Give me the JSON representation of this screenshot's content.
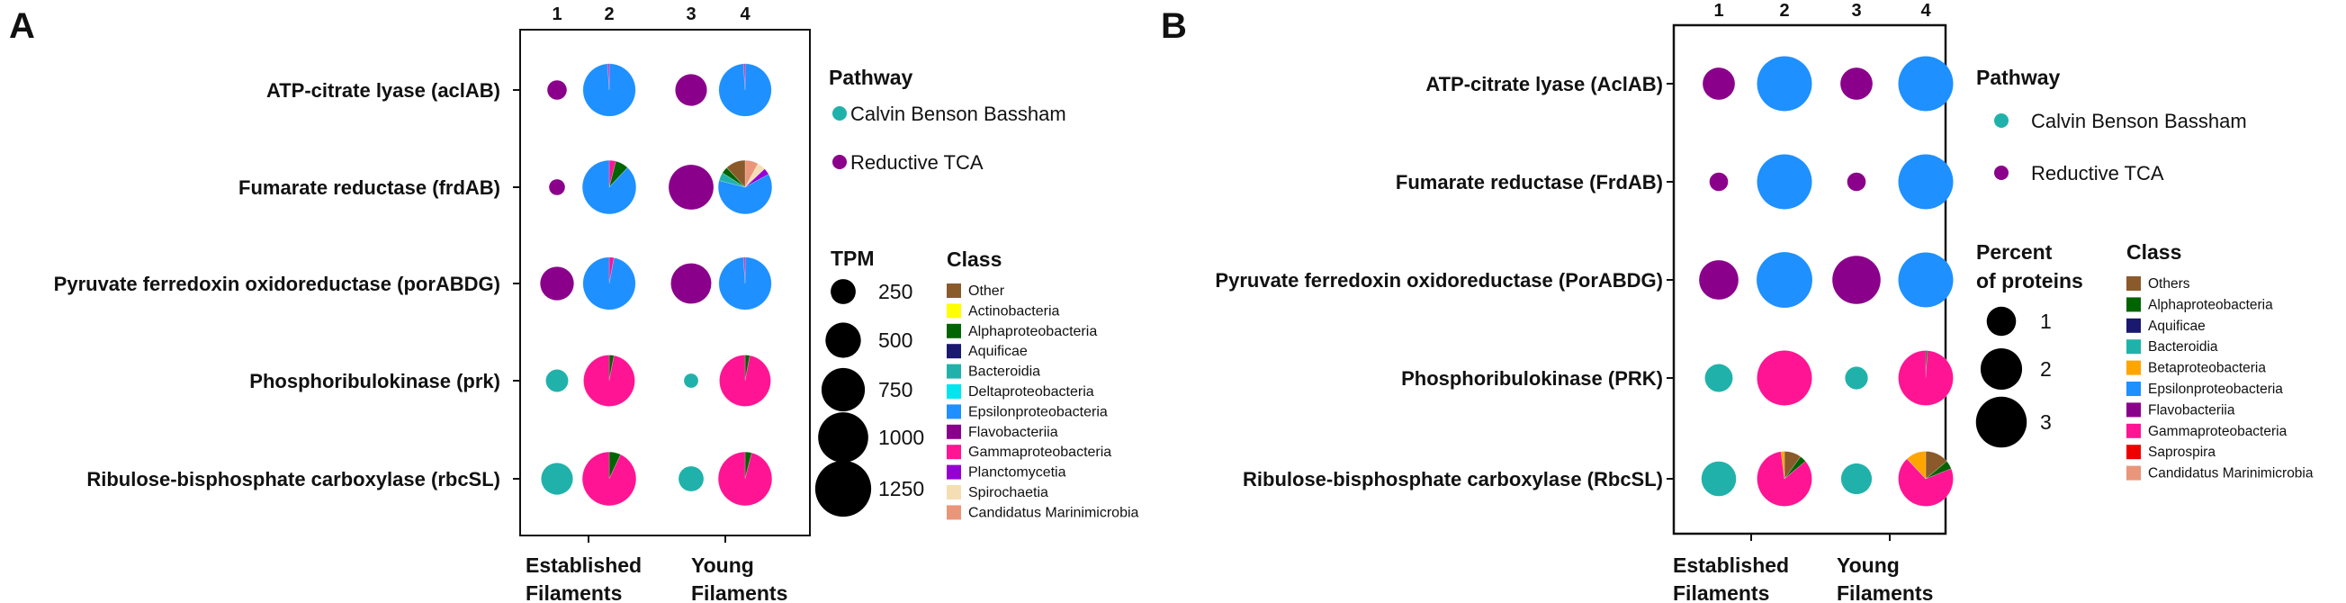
{
  "colors": {
    "Other": "#8b5a2b",
    "Others": "#8b5a2b",
    "Actinobacteria": "#ffff00",
    "Alphaproteobacteria": "#006400",
    "Aquificae": "#191970",
    "Bacteroidia": "#20b2aa",
    "Betaproteobacteria": "#ffa500",
    "Deltaproteobacteria": "#00e5ee",
    "Epsilonproteobacteria": "#1e90ff",
    "Flavobacteriia": "#8b008b",
    "Gammaproteobacteria": "#ff1493",
    "Planctomycetia": "#9400d3",
    "Spirochaetia": "#f5deb3",
    "Saprospira": "#ee0000",
    "Candidatus Marinimicrobia": "#e9967a",
    "Calvin Benson Bassham": "#20b2aa",
    "Reductive TCA": "#8b008b"
  },
  "chart_data": [
    {
      "type": "scatter",
      "panel": "A",
      "categories": [
        "ATP-citrate lyase (aclAB)",
        "Fumarate reductase (frdAB)",
        "Pyruvate ferredoxin oxidoreductase (porABDG)",
        "Phosphoribulokinase (prk)",
        "Ribulose-bisphosphate carboxylase (rbcSL)"
      ],
      "columns": [
        "1",
        "2",
        "3",
        "4"
      ],
      "groups": [
        "Established Filaments",
        "Young Filaments"
      ],
      "pathway_legend": {
        "title": "Pathway",
        "items": [
          "Calvin Benson Bassham",
          "Reductive TCA"
        ]
      },
      "size_legend": {
        "title": "TPM",
        "values": [
          250,
          500,
          750,
          1000,
          1250
        ]
      },
      "class_legend": {
        "title": "Class",
        "items": [
          "Other",
          "Actinobacteria",
          "Alphaproteobacteria",
          "Aquificae",
          "Bacteroidia",
          "Deltaproteobacteria",
          "Epsilonproteobacteria",
          "Flavobacteriia",
          "Gammaproteobacteria",
          "Planctomycetia",
          "Spirochaetia",
          "Candidatus Marinimicrobia"
        ]
      },
      "points": [
        {
          "row": 0,
          "col": 0,
          "kind": "pathway",
          "pathway": "Reductive TCA",
          "size": 150
        },
        {
          "row": 0,
          "col": 1,
          "kind": "class",
          "size": 1100,
          "slices": [
            [
              "Epsilonproteobacteria",
              0.99
            ],
            [
              "Gammaproteobacteria",
              0.01
            ]
          ]
        },
        {
          "row": 0,
          "col": 2,
          "kind": "pathway",
          "pathway": "Reductive TCA",
          "size": 400
        },
        {
          "row": 0,
          "col": 3,
          "kind": "class",
          "size": 1100,
          "slices": [
            [
              "Epsilonproteobacteria",
              0.99
            ],
            [
              "Gammaproteobacteria",
              0.01
            ]
          ]
        },
        {
          "row": 1,
          "col": 0,
          "kind": "pathway",
          "pathway": "Reductive TCA",
          "size": 100
        },
        {
          "row": 1,
          "col": 1,
          "kind": "class",
          "size": 1150,
          "slices": [
            [
              "Gammaproteobacteria",
              0.04
            ],
            [
              "Alphaproteobacteria",
              0.08
            ],
            [
              "Epsilonproteobacteria",
              0.88
            ]
          ]
        },
        {
          "row": 1,
          "col": 2,
          "kind": "pathway",
          "pathway": "Reductive TCA",
          "size": 800
        },
        {
          "row": 1,
          "col": 3,
          "kind": "class",
          "size": 1150,
          "slices": [
            [
              "Candidatus Marinimicrobia",
              0.08
            ],
            [
              "Spirochaetia",
              0.05
            ],
            [
              "Planctomycetia",
              0.04
            ],
            [
              "Epsilonproteobacteria",
              0.62
            ],
            [
              "Bacteroidia",
              0.05
            ],
            [
              "Alphaproteobacteria",
              0.04
            ],
            [
              "Other",
              0.12
            ]
          ]
        },
        {
          "row": 2,
          "col": 0,
          "kind": "pathway",
          "pathway": "Reductive TCA",
          "size": 450
        },
        {
          "row": 2,
          "col": 1,
          "kind": "class",
          "size": 1100,
          "slices": [
            [
              "Gammaproteobacteria",
              0.03
            ],
            [
              "Epsilonproteobacteria",
              0.97
            ]
          ]
        },
        {
          "row": 2,
          "col": 2,
          "kind": "pathway",
          "pathway": "Reductive TCA",
          "size": 650
        },
        {
          "row": 2,
          "col": 3,
          "kind": "class",
          "size": 1100,
          "slices": [
            [
              "Epsilonproteobacteria",
              0.99
            ],
            [
              "Gammaproteobacteria",
              0.01
            ]
          ]
        },
        {
          "row": 3,
          "col": 0,
          "kind": "pathway",
          "pathway": "Calvin Benson Bassham",
          "size": 200
        },
        {
          "row": 3,
          "col": 1,
          "kind": "class",
          "size": 1050,
          "slices": [
            [
              "Alphaproteobacteria",
              0.03
            ],
            [
              "Gammaproteobacteria",
              0.97
            ]
          ]
        },
        {
          "row": 3,
          "col": 2,
          "kind": "pathway",
          "pathway": "Calvin Benson Bassham",
          "size": 80
        },
        {
          "row": 3,
          "col": 3,
          "kind": "class",
          "size": 1050,
          "slices": [
            [
              "Alphaproteobacteria",
              0.03
            ],
            [
              "Gammaproteobacteria",
              0.97
            ]
          ]
        },
        {
          "row": 4,
          "col": 0,
          "kind": "pathway",
          "pathway": "Calvin Benson Bassham",
          "size": 400
        },
        {
          "row": 4,
          "col": 1,
          "kind": "class",
          "size": 1150,
          "slices": [
            [
              "Alphaproteobacteria",
              0.07
            ],
            [
              "Gammaproteobacteria",
              0.93
            ]
          ]
        },
        {
          "row": 4,
          "col": 2,
          "kind": "pathway",
          "pathway": "Calvin Benson Bassham",
          "size": 250
        },
        {
          "row": 4,
          "col": 3,
          "kind": "class",
          "size": 1150,
          "slices": [
            [
              "Alphaproteobacteria",
              0.04
            ],
            [
              "Gammaproteobacteria",
              0.96
            ]
          ]
        }
      ]
    },
    {
      "type": "scatter",
      "panel": "B",
      "categories": [
        "ATP-citrate lyase (AclAB)",
        "Fumarate reductase (FrdAB)",
        "Pyruvate ferredoxin oxidoreductase (PorABDG)",
        "Phosphoribulokinase (PRK)",
        "Ribulose-bisphosphate carboxylase (RbcSL)"
      ],
      "columns": [
        "1",
        "2",
        "3",
        "4"
      ],
      "groups": [
        "Established Filaments",
        "Young Filaments"
      ],
      "pathway_legend": {
        "title": "Pathway",
        "items": [
          "Calvin Benson Bassham",
          "Reductive TCA"
        ]
      },
      "size_legend": {
        "title_lines": [
          "Percent",
          "of proteins"
        ],
        "values": [
          1,
          2,
          3
        ]
      },
      "class_legend": {
        "title": "Class",
        "items": [
          "Others",
          "Alphaproteobacteria",
          "Aquificae",
          "Bacteroidia",
          "Betaproteobacteria",
          "Epsilonproteobacteria",
          "Flavobacteriia",
          "Gammaproteobacteria",
          "Saprospira",
          "Candidatus Marinimicrobia"
        ]
      },
      "points": [
        {
          "row": 0,
          "col": 0,
          "kind": "pathway",
          "pathway": "Reductive TCA",
          "size": 1.2
        },
        {
          "row": 0,
          "col": 1,
          "kind": "class",
          "size": 3.5,
          "slices": [
            [
              "Epsilonproteobacteria",
              1.0
            ]
          ]
        },
        {
          "row": 0,
          "col": 2,
          "kind": "pathway",
          "pathway": "Reductive TCA",
          "size": 1.2
        },
        {
          "row": 0,
          "col": 3,
          "kind": "class",
          "size": 3.5,
          "slices": [
            [
              "Epsilonproteobacteria",
              1.0
            ]
          ]
        },
        {
          "row": 1,
          "col": 0,
          "kind": "pathway",
          "pathway": "Reductive TCA",
          "size": 0.4
        },
        {
          "row": 1,
          "col": 1,
          "kind": "class",
          "size": 3.5,
          "slices": [
            [
              "Epsilonproteobacteria",
              1.0
            ]
          ]
        },
        {
          "row": 1,
          "col": 2,
          "kind": "pathway",
          "pathway": "Reductive TCA",
          "size": 0.4
        },
        {
          "row": 1,
          "col": 3,
          "kind": "class",
          "size": 3.5,
          "slices": [
            [
              "Epsilonproteobacteria",
              1.0
            ]
          ]
        },
        {
          "row": 2,
          "col": 0,
          "kind": "pathway",
          "pathway": "Reductive TCA",
          "size": 1.8
        },
        {
          "row": 2,
          "col": 1,
          "kind": "class",
          "size": 3.6,
          "slices": [
            [
              "Epsilonproteobacteria",
              1.0
            ]
          ]
        },
        {
          "row": 2,
          "col": 2,
          "kind": "pathway",
          "pathway": "Reductive TCA",
          "size": 2.7
        },
        {
          "row": 2,
          "col": 3,
          "kind": "class",
          "size": 3.5,
          "slices": [
            [
              "Epsilonproteobacteria",
              1.0
            ]
          ]
        },
        {
          "row": 3,
          "col": 0,
          "kind": "pathway",
          "pathway": "Calvin Benson Bassham",
          "size": 0.9
        },
        {
          "row": 3,
          "col": 1,
          "kind": "class",
          "size": 3.5,
          "slices": [
            [
              "Gammaproteobacteria",
              1.0
            ]
          ]
        },
        {
          "row": 3,
          "col": 2,
          "kind": "pathway",
          "pathway": "Calvin Benson Bassham",
          "size": 0.6
        },
        {
          "row": 3,
          "col": 3,
          "kind": "class",
          "size": 3.5,
          "slices": [
            [
              "Alphaproteobacteria",
              0.01
            ],
            [
              "Gammaproteobacteria",
              0.99
            ]
          ]
        },
        {
          "row": 4,
          "col": 0,
          "kind": "pathway",
          "pathway": "Calvin Benson Bassham",
          "size": 1.4
        },
        {
          "row": 4,
          "col": 1,
          "kind": "class",
          "size": 3.5,
          "slices": [
            [
              "Others",
              0.1
            ],
            [
              "Alphaproteobacteria",
              0.04
            ],
            [
              "Gammaproteobacteria",
              0.84
            ],
            [
              "Betaproteobacteria",
              0.02
            ]
          ]
        },
        {
          "row": 4,
          "col": 2,
          "kind": "pathway",
          "pathway": "Calvin Benson Bassham",
          "size": 1.1
        },
        {
          "row": 4,
          "col": 3,
          "kind": "class",
          "size": 3.5,
          "slices": [
            [
              "Others",
              0.14
            ],
            [
              "Alphaproteobacteria",
              0.05
            ],
            [
              "Gammaproteobacteria",
              0.69
            ],
            [
              "Betaproteobacteria",
              0.12
            ]
          ]
        }
      ]
    }
  ]
}
